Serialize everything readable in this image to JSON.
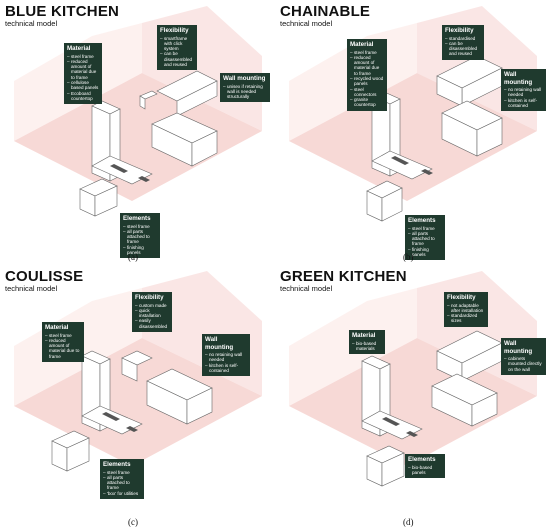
{
  "panels": [
    {
      "title": "BLUE KITCHEN",
      "subtitle": "technical model",
      "caption": "(a)",
      "boxes": [
        {
          "title": "Material",
          "items": [
            "steel frame",
            "reduced amount of material due to frame",
            "cellulose based panels",
            "Ecoboard countertop"
          ]
        },
        {
          "title": "Flexibility",
          "items": [
            "smartframe with click system",
            "can be disassembled and reused"
          ]
        },
        {
          "title": "Wall mounting",
          "items": [
            "unisex if retaining wall is needed structurally"
          ]
        },
        {
          "title": "Elements",
          "items": [
            "steel frame",
            "all parts attached to frame",
            "finishing panels"
          ]
        }
      ]
    },
    {
      "title": "CHAINABLE",
      "subtitle": "technical model",
      "caption": "(b)",
      "boxes": [
        {
          "title": "Material",
          "items": [
            "steel frame",
            "reduced amount of material due to frame",
            "recycled wood panels",
            "steel connectors",
            "granite countertop"
          ]
        },
        {
          "title": "Flexibility",
          "items": [
            "standardised",
            "can be disassembled and reused"
          ]
        },
        {
          "title": "Wall mounting",
          "items": [
            "no retaining wall needed",
            "kitchen is self-contained"
          ]
        },
        {
          "title": "Elements",
          "items": [
            "steel frame",
            "all parts attached to frame",
            "finishing panels"
          ]
        }
      ]
    },
    {
      "title": "COULISSE",
      "subtitle": "technical model",
      "caption": "(c)",
      "boxes": [
        {
          "title": "Material",
          "items": [
            "steel frame",
            "reduced amount of material due to frame"
          ]
        },
        {
          "title": "Flexibility",
          "items": [
            "custom made",
            "quick installation",
            "easily disassembled"
          ]
        },
        {
          "title": "Wall mounting",
          "items": [
            "no retaining wall needed",
            "kitchen is self-contained"
          ]
        },
        {
          "title": "Elements",
          "items": [
            "steel frame",
            "all parts attached to frame",
            "'box' for utilities"
          ]
        }
      ]
    },
    {
      "title": "GREEN KITCHEN",
      "subtitle": "technical model",
      "caption": "(d)",
      "boxes": [
        {
          "title": "Material",
          "items": [
            "bio-based materials"
          ]
        },
        {
          "title": "Flexibility",
          "items": [
            "not adaptable after installation",
            "standardized sizes"
          ]
        },
        {
          "title": "Wall mounting",
          "items": [
            "cabinets mounted directly on the wall"
          ]
        },
        {
          "title": "Elements",
          "items": [
            "bio-based panels"
          ]
        }
      ]
    }
  ],
  "colors": {
    "box_bg": "#1f3a2e",
    "floor": "#f6d2cf",
    "wall": "#f8dcda",
    "line": "#555555"
  }
}
